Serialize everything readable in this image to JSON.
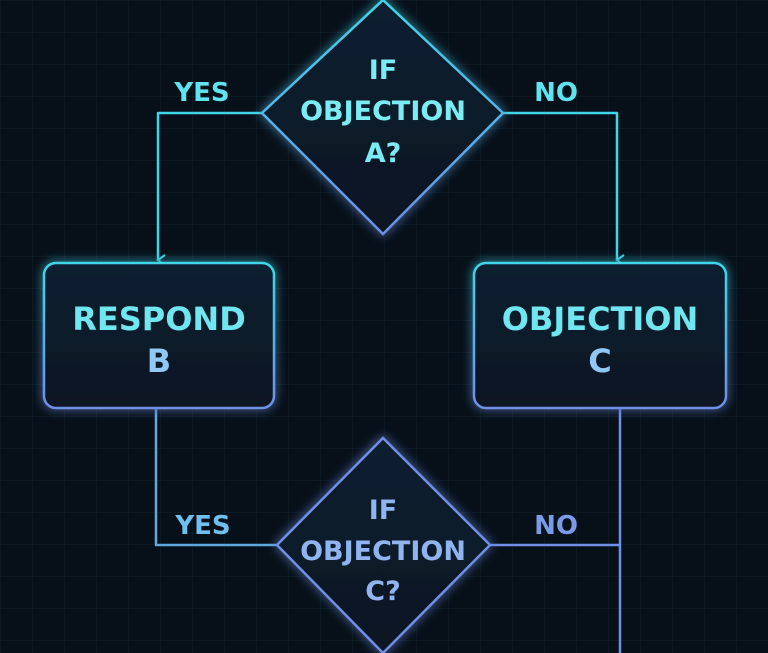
{
  "colors": {
    "background": "#071019",
    "cyan": "#3fd6e8",
    "blue": "#6f8fe6",
    "label": "#5fe3ef",
    "node_fill": "#0c1c2a"
  },
  "nodes": {
    "decision_a": [
      "IF",
      "OBJECTION",
      "A?"
    ],
    "respond_b": [
      "RESPOND",
      "B"
    ],
    "objection_c": [
      "OBJECTION",
      "C"
    ],
    "decision_c": [
      "IF",
      "OBJECTION",
      "C?"
    ]
  },
  "edges": {
    "a_yes": "YES",
    "a_no": "NO",
    "c_yes": "YES",
    "c_no": "NO"
  }
}
